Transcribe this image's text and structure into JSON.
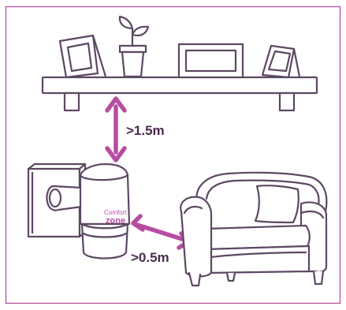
{
  "colors": {
    "line": "#5d4863",
    "arrow": "#b74da1",
    "frame": "#b74da1",
    "label": "#4a2b4d"
  },
  "labels": {
    "height_distance": ">1.5m",
    "side_distance": ">0.5m"
  },
  "product": {
    "brand_line1": "Comfort",
    "brand_line2": "zone"
  },
  "icons": {
    "shelf": "shelf-icon",
    "plant": "potted-plant-icon",
    "frames": "picture-frame-icon",
    "diffuser": "plug-in-diffuser-icon",
    "armchair": "armchair-icon",
    "wall_socket": "wall-socket-icon",
    "arrows": "double-arrow-icon"
  }
}
